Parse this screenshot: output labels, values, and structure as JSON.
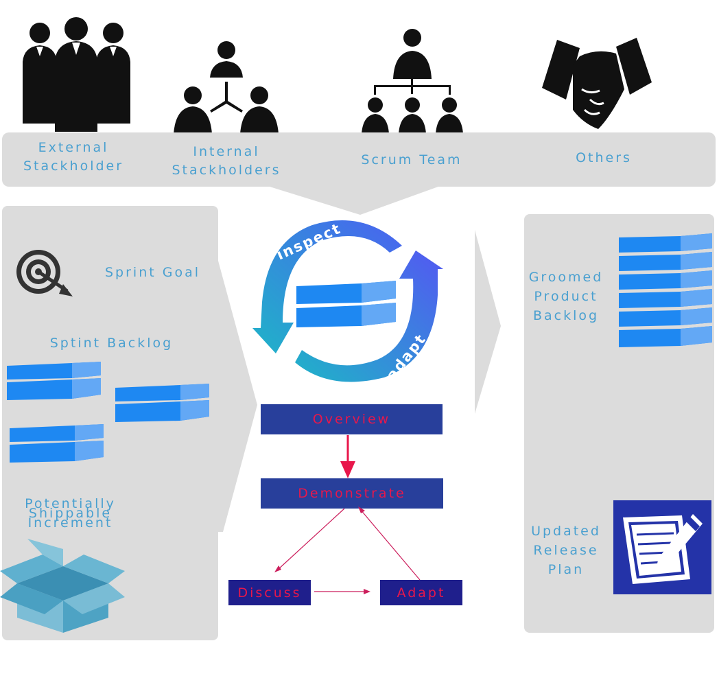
{
  "stakeholders": [
    {
      "label": "External\nStackholder"
    },
    {
      "label": "Internal\nStackholders"
    },
    {
      "label": "Scrum Team"
    },
    {
      "label": "Others"
    }
  ],
  "left": {
    "sprint_goal": "Sprint Goal",
    "sprint_backlog": "Sptint Backlog",
    "increment_line1": "Potentially",
    "increment_line2": "Shippable",
    "increment_line3": "Increment"
  },
  "cycle": {
    "inspect": "inspect",
    "adapt": "adapt"
  },
  "flow": {
    "overview": "Overview",
    "demonstrate": "Demonstrate",
    "discuss": "Discuss",
    "adapt": "Adapt"
  },
  "right": {
    "groomed": "Groomed\nProduct\nBacklog",
    "release": "Updated\nRelease\nPlan"
  },
  "colors": {
    "panel": "#dcdcdc",
    "label": "#4aa0d0",
    "box_blue": "#283f9b",
    "box_dark": "#1f1f8c",
    "flow_text": "#e8174b",
    "backlog_blue": "#1e88f2"
  }
}
